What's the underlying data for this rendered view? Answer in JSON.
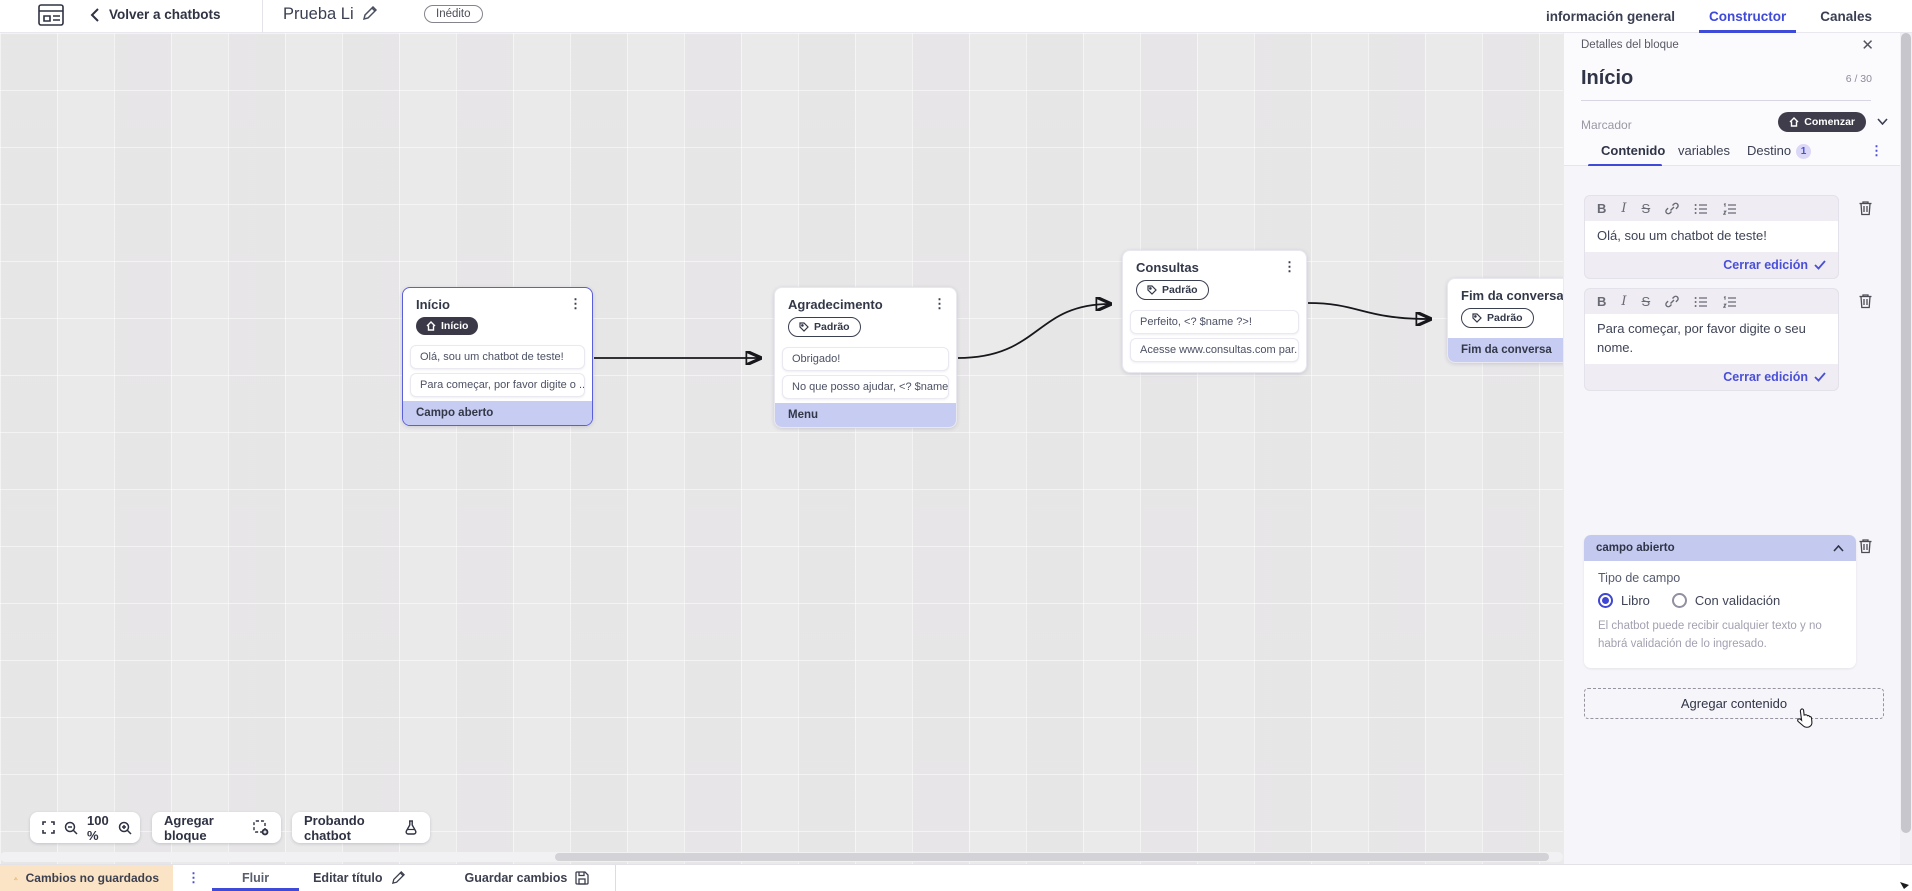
{
  "header": {
    "back_label": "Volver a chatbots",
    "bot_title": "Prueba Li",
    "status_badge": "Inédito",
    "tabs": {
      "info": "información general",
      "builder": "Constructor",
      "channels": "Canales"
    }
  },
  "panel": {
    "title": "Detalles del bloque",
    "block_name": "Início",
    "name_counter": "6 / 30",
    "marker_label": "Marcador",
    "marker_value": "Comenzar",
    "tabs": {
      "content": "Contenido",
      "variables": "variables",
      "destination": "Destino",
      "destination_badge": "1"
    },
    "editors": [
      {
        "text": "Olá, sou um chatbot de teste!",
        "close_label": "Cerrar edición"
      },
      {
        "text": "Para começar, por favor digite o seu nome.",
        "close_label": "Cerrar edición"
      }
    ],
    "open_field": {
      "title": "campo abierto",
      "type_label": "Tipo de campo",
      "option_free": "Libro",
      "option_validated": "Con validación",
      "selected_option": "Libro",
      "help_text": "El chatbot puede recibir cualquier texto y no habrá validación de lo ingresado."
    },
    "add_content_label": "Agregar contenido"
  },
  "canvas": {
    "nodes": [
      {
        "title": "Início",
        "badge": "Início",
        "rows": [
          {
            "text": "Olá, sou um chatbot de teste!"
          },
          {
            "text": "Para começar, por favor digite o ..."
          },
          {
            "text": "Campo aberto",
            "highlighted": true
          }
        ]
      },
      {
        "title": "Agradecimento",
        "badge": "Padrão",
        "rows": [
          {
            "text": "Obrigado!"
          },
          {
            "text": "No que posso ajudar, <? $name ..."
          },
          {
            "text": "Menu",
            "highlighted": true
          }
        ]
      },
      {
        "title": "Consultas",
        "badge": "Padrão",
        "rows": [
          {
            "text": "Perfeito, <? $name ?>!"
          },
          {
            "text": "Acesse www.consultas.com par..."
          }
        ]
      },
      {
        "title": "Fim da conversa",
        "badge": "Padrão",
        "rows": [
          {
            "text": "Fim da conversa",
            "highlighted": true
          }
        ]
      }
    ],
    "zoom_level": "100 %",
    "add_block_label": "Agregar bloque",
    "test_label": "Probando chatbot"
  },
  "statusbar": {
    "warning": "Cambios no guardados",
    "flow_tab": "Fluir",
    "edit_title_label": "Editar título",
    "save_label": "Guardar cambios"
  },
  "colors": {
    "accent": "#3f4ad8",
    "node_highlight": "#c7ccf2",
    "dark_pill": "#3b3947",
    "warning_bg": "#fbe4c6"
  }
}
